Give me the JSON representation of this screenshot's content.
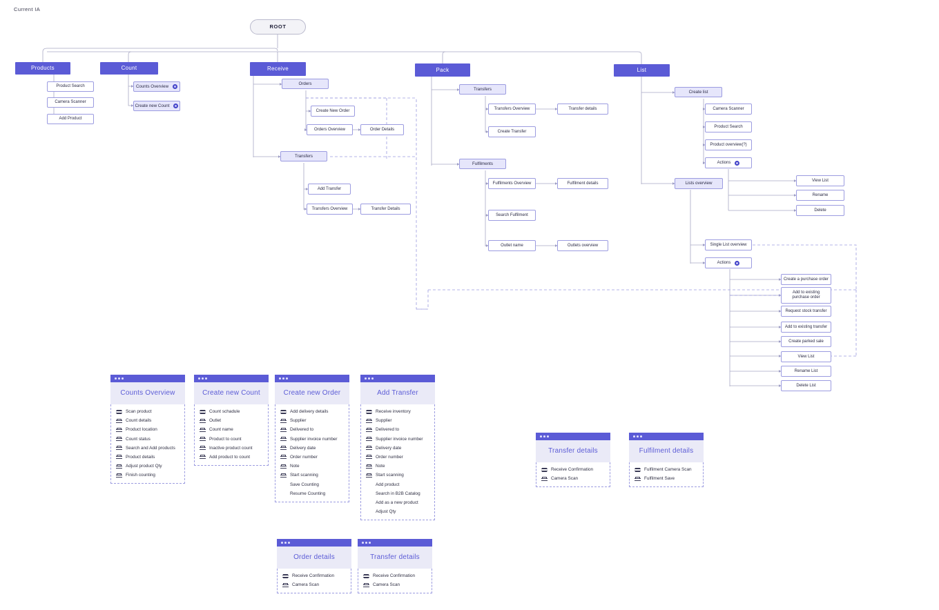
{
  "page": {
    "title": "Current IA"
  },
  "colors": {
    "primary": "#5b5bd6",
    "node_fill": "#e6e6fb",
    "node_border": "#9b9be0",
    "root_fill": "#f3f3f7",
    "card_title": "#5b5bd6",
    "card_header": "#eaeaf7"
  },
  "tree": {
    "root": {
      "label": "ROOT"
    },
    "sections": [
      {
        "label": "Products",
        "children": [
          {
            "label": "Product Search"
          },
          {
            "label": "Camera Scanner"
          },
          {
            "label": "Add Product"
          }
        ]
      },
      {
        "label": "Count",
        "children": [
          {
            "label": "Counts Overview",
            "badge": "link-badge-icon"
          },
          {
            "label": "Create new Count",
            "badge": "link-badge-icon"
          }
        ]
      },
      {
        "label": "Receive",
        "children": [
          {
            "label": "Orders"
          },
          {
            "label": "Create New Order"
          },
          {
            "label": "Orders Overview"
          },
          {
            "label": "Order Details"
          },
          {
            "label": "Transfers"
          },
          {
            "label": "Add Transfer"
          },
          {
            "label": "Transfers Overview"
          },
          {
            "label": "Transfer Details"
          }
        ]
      },
      {
        "label": "Pack",
        "children": [
          {
            "label": "Transfers"
          },
          {
            "label": "Transfers Overview"
          },
          {
            "label": "Transfer details"
          },
          {
            "label": "Create Transfer"
          },
          {
            "label": "Fulfilments"
          },
          {
            "label": "Fulfilments Overview"
          },
          {
            "label": "Fulfilment details"
          },
          {
            "label": "Search  Fulfilment"
          },
          {
            "label": "Outlet name"
          },
          {
            "label": "Outlets overview"
          }
        ]
      },
      {
        "label": "List",
        "children": [
          {
            "label": "Create list"
          },
          {
            "label": "Camera Scanner"
          },
          {
            "label": "Product Search"
          },
          {
            "label": "Product overview(?)"
          },
          {
            "label": "Actions",
            "badge": "link-badge-icon"
          },
          {
            "label": "View List"
          },
          {
            "label": "Rename"
          },
          {
            "label": "Delete"
          },
          {
            "label": "Lists overview"
          },
          {
            "label": "Single List  overview"
          },
          {
            "label": "Actions",
            "badge": "link-badge-icon"
          },
          {
            "label": "Create  a purchase order"
          },
          {
            "label": "Add to existing purchase order"
          },
          {
            "label": "Request stock transfer"
          },
          {
            "label": "Add to existing transfer"
          },
          {
            "label": "Create parked sale"
          },
          {
            "label": "View  List"
          },
          {
            "label": "Rename List"
          },
          {
            "label": "Delete List"
          }
        ]
      }
    ]
  },
  "nodes": {
    "root": "ROOT",
    "products": "Products",
    "product_search": "Product Search",
    "camera_scanner": "Camera Scanner",
    "add_product": "Add Product",
    "count": "Count",
    "counts_overview": "Counts Overview",
    "create_new_count": "Create new Count",
    "receive": "Receive",
    "orders": "Orders",
    "create_new_order": "Create New Order",
    "orders_overview": "Orders Overview",
    "order_details": "Order Details",
    "r_transfers": "Transfers",
    "add_transfer": "Add Transfer",
    "r_transfers_overview": "Transfers Overview",
    "transfer_details_r": "Transfer Details",
    "pack": "Pack",
    "p_transfers": "Transfers",
    "p_transfers_overview": "Transfers Overview",
    "p_transfer_details": "Transfer details",
    "create_transfer": "Create Transfer",
    "fulfilments": "Fulfilments",
    "fulfilments_overview": "Fulfilments Overview",
    "fulfilment_details": "Fulfilment details",
    "search_fulfilment": "Search  Fulfilment",
    "outlet_name": "Outlet name",
    "outlets_overview": "Outlets overview",
    "list": "List",
    "create_list": "Create list",
    "l_camera_scanner": "Camera Scanner",
    "l_product_search": "Product Search",
    "product_overview_q": "Product overview(?)",
    "actions_1": "Actions",
    "view_list": "View List",
    "rename": "Rename",
    "delete": "Delete",
    "lists_overview": "Lists overview",
    "single_list_overview": "Single List  overview",
    "actions_2": "Actions",
    "create_purchase_order": "Create  a purchase order",
    "add_existing_purchase_order": "Add to existing\npurchase order",
    "request_stock_transfer": "Request stock transfer",
    "add_existing_transfer": "Add to existing transfer",
    "create_parked_sale": "Create parked sale",
    "view_list_2": "View  List",
    "rename_list": "Rename List",
    "delete_list": "Delete List"
  },
  "cards": [
    {
      "id": "counts-overview",
      "title": "Counts Overview",
      "items": [
        {
          "label": "Scan product",
          "icon": true
        },
        {
          "label": "Count details",
          "icon": true
        },
        {
          "label": "Product location",
          "icon": true
        },
        {
          "label": "Count status",
          "icon": true
        },
        {
          "label": "Search and Add products",
          "icon": true
        },
        {
          "label": "Product details",
          "icon": true
        },
        {
          "label": "Adjust product Qty",
          "icon": true
        },
        {
          "label": "Finish counting",
          "icon": true
        }
      ]
    },
    {
      "id": "create-new-count",
      "title": "Create new Count",
      "items": [
        {
          "label": "Count schadule",
          "icon": true
        },
        {
          "label": "Outlet",
          "icon": true
        },
        {
          "label": "Count name",
          "icon": true
        },
        {
          "label": "Product to count",
          "icon": true
        },
        {
          "label": "Inactive product count",
          "icon": true
        },
        {
          "label": "Add product to count",
          "icon": true
        }
      ]
    },
    {
      "id": "create-new-order",
      "title": "Create new Order",
      "items": [
        {
          "label": "Add delivery details",
          "icon": true
        },
        {
          "label": "Supplier",
          "icon": true
        },
        {
          "label": "Delivered to",
          "icon": true
        },
        {
          "label": "Supplier invoice number",
          "icon": true
        },
        {
          "label": "Delivery date",
          "icon": true
        },
        {
          "label": "Order number",
          "icon": true
        },
        {
          "label": "Note",
          "icon": true
        },
        {
          "label": "Start scanning",
          "icon": true
        },
        {
          "label": "Save Counting",
          "icon": false
        },
        {
          "label": "Resume Counting",
          "icon": false
        }
      ]
    },
    {
      "id": "add-transfer",
      "title": "Add Transfer",
      "items": [
        {
          "label": "Receive inventory",
          "icon": true
        },
        {
          "label": "Supplier",
          "icon": true
        },
        {
          "label": "Delivered to",
          "icon": true
        },
        {
          "label": "Supplier invoice number",
          "icon": true
        },
        {
          "label": "Delivery date",
          "icon": true
        },
        {
          "label": "Order number",
          "icon": true
        },
        {
          "label": "Note",
          "icon": true
        },
        {
          "label": "Start scanning",
          "icon": true
        },
        {
          "label": "Add product",
          "icon": false
        },
        {
          "label": "Search in B2B Catalog",
          "icon": false
        },
        {
          "label": "Add as a new product",
          "icon": false
        },
        {
          "label": "Adjust Qty",
          "icon": false
        }
      ]
    },
    {
      "id": "transfer-details",
      "title": "Transfer details",
      "items": [
        {
          "label": "Receive Confirmation",
          "icon": true
        },
        {
          "label": "Camera Scan",
          "icon": true
        }
      ]
    },
    {
      "id": "fulfilment-details",
      "title": "Fulfilment details",
      "items": [
        {
          "label": "Fulfilment Camera Scan",
          "icon": true
        },
        {
          "label": "Fulfilment Save",
          "icon": true
        }
      ]
    },
    {
      "id": "order-details",
      "title": "Order details",
      "items": [
        {
          "label": "Receive Confirmation",
          "icon": true
        },
        {
          "label": "Camera Scan",
          "icon": true
        }
      ]
    },
    {
      "id": "transfer-details-2",
      "title": "Transfer details",
      "items": [
        {
          "label": "Receive Confirmation",
          "icon": true
        },
        {
          "label": "Camera Scan",
          "icon": true
        }
      ]
    }
  ]
}
